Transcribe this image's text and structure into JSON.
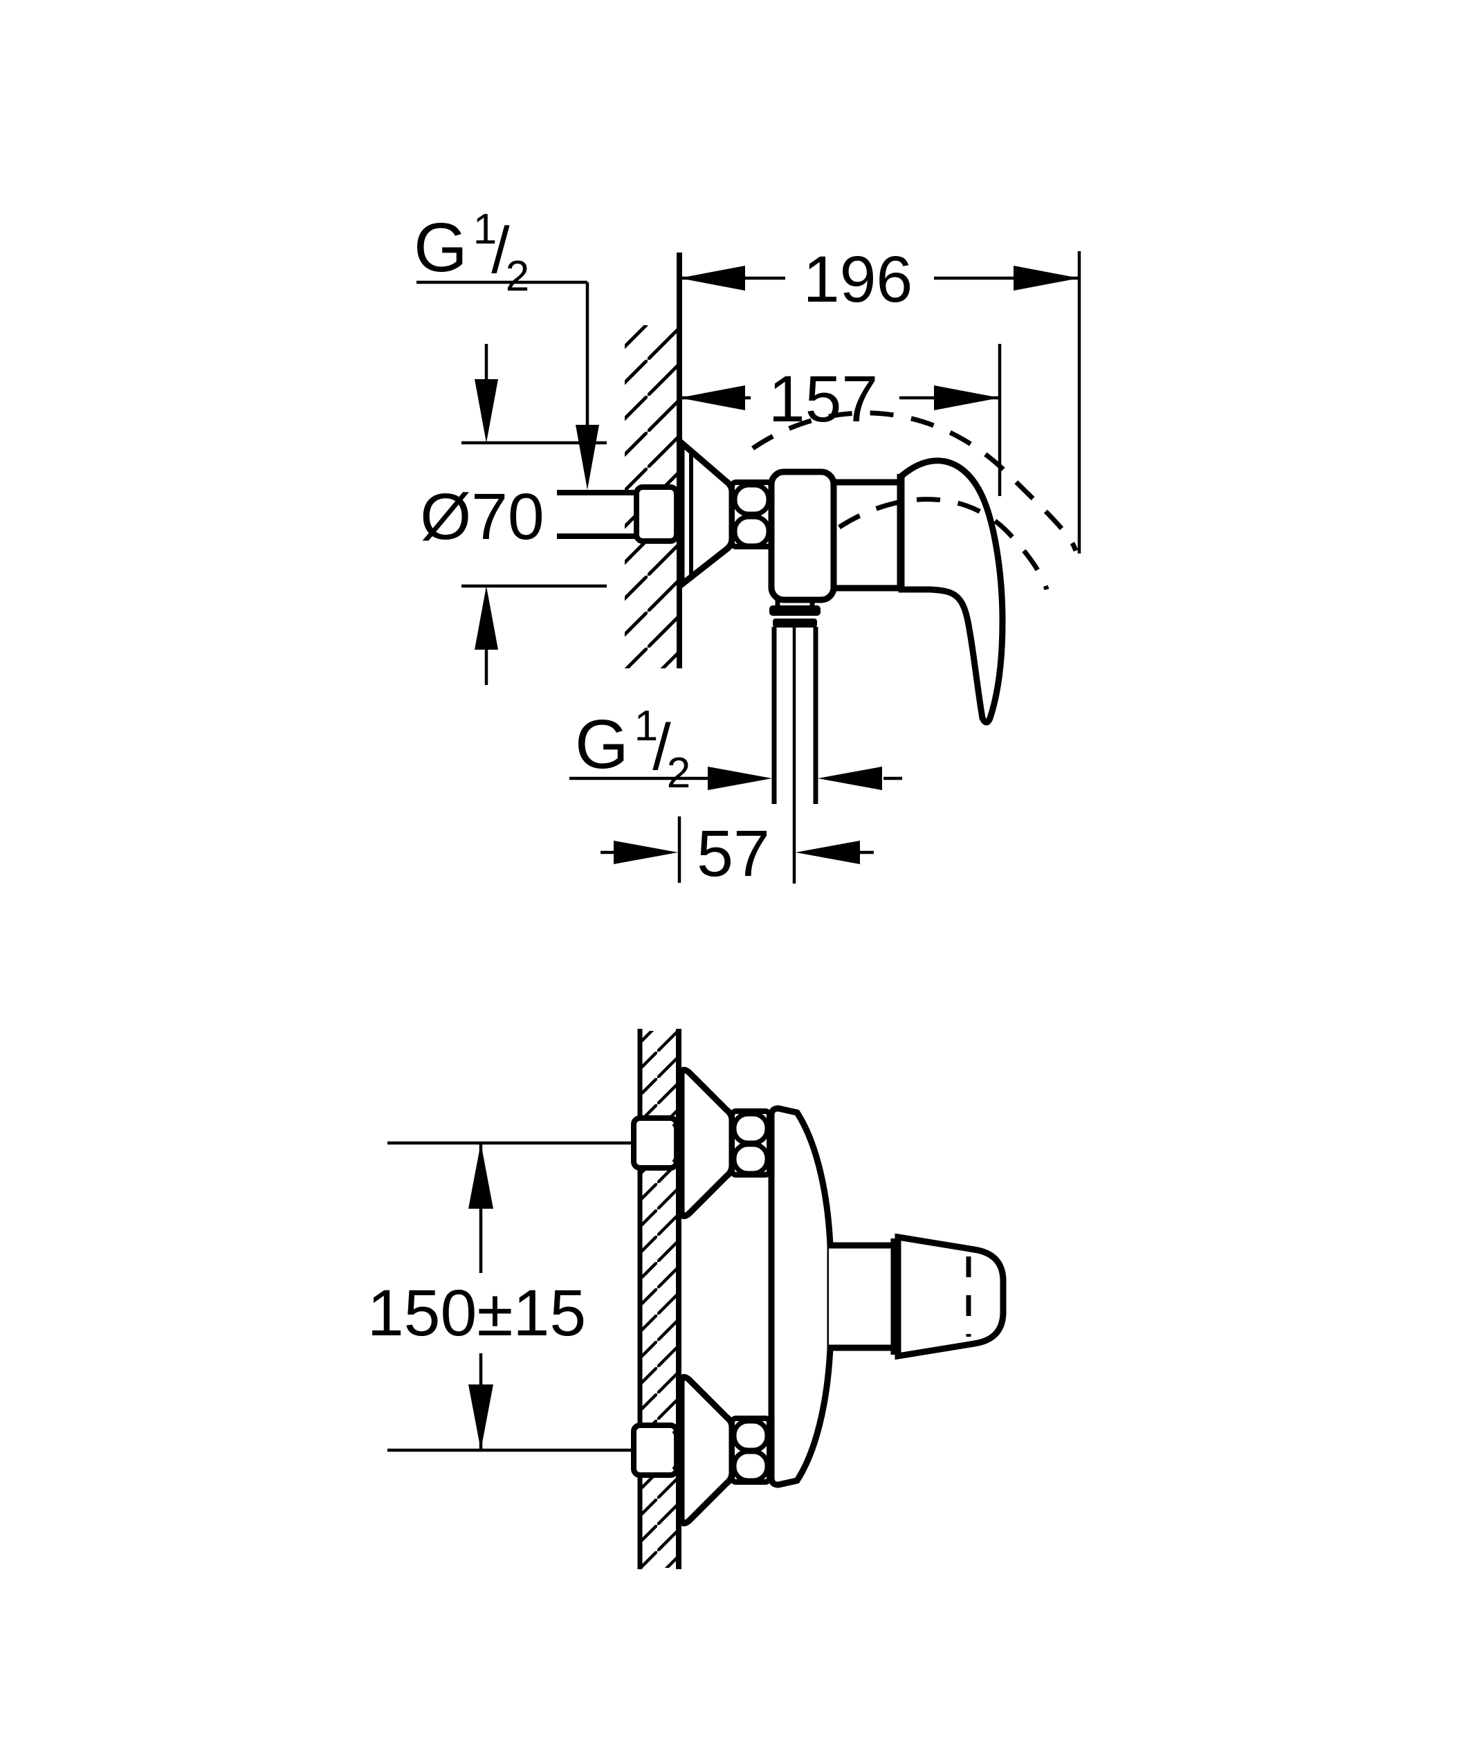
{
  "drawing": {
    "background": "#ffffff",
    "stroke_color": "#000000",
    "views": {
      "side_view": "wall-mounted single-lever shower mixer, side elevation",
      "plan_view": "wall-mounted single-lever shower mixer, plan view"
    },
    "dimensions": {
      "overall_depth": "196",
      "body_depth": "157",
      "escutcheon_diameter": "Ø70",
      "outlet_offset": "57",
      "inlet_spacing": "150±15"
    },
    "threads": {
      "top": {
        "prefix": "G",
        "numerator": "1",
        "slash": "/",
        "denominator": "2"
      },
      "bottom": {
        "prefix": "G",
        "numerator": "1",
        "slash": "/",
        "denominator": "2"
      }
    }
  }
}
